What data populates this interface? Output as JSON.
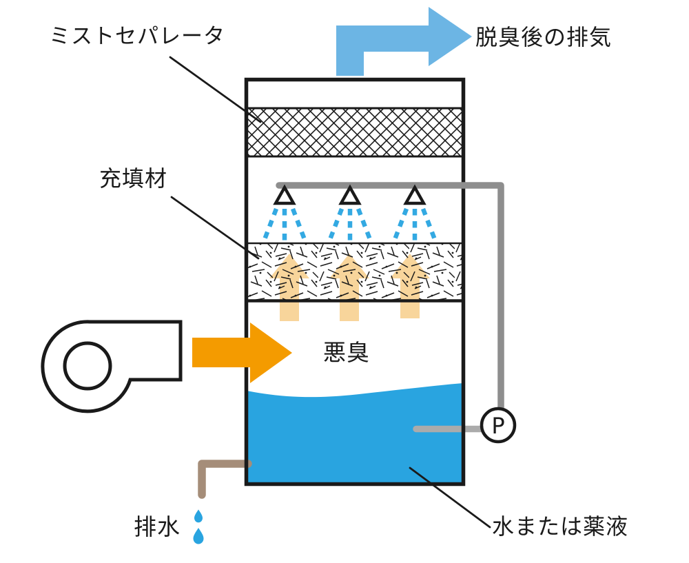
{
  "diagram": {
    "labels": {
      "mist_separator": "ミストセパレータ",
      "packing_material": "充填材",
      "treated_exhaust": "脱臭後の排気",
      "odor": "悪臭",
      "drainage": "排水",
      "water_or_chemical": "水または薬液",
      "pump": "P"
    },
    "colors": {
      "exhaust_arrow_blue": "#6cb5e4",
      "spray_blue": "#33a9e2",
      "water_blue": "#29a4e0",
      "odor_arrow_orange": "#f49b00",
      "upflow_arrow_tan": "#f8d59b",
      "pipe_gray": "#8e8e8e",
      "suction_pipe_gray": "#ababab",
      "drain_pipe_brown": "#a58d79",
      "outline_black": "#1a1a1a"
    }
  }
}
